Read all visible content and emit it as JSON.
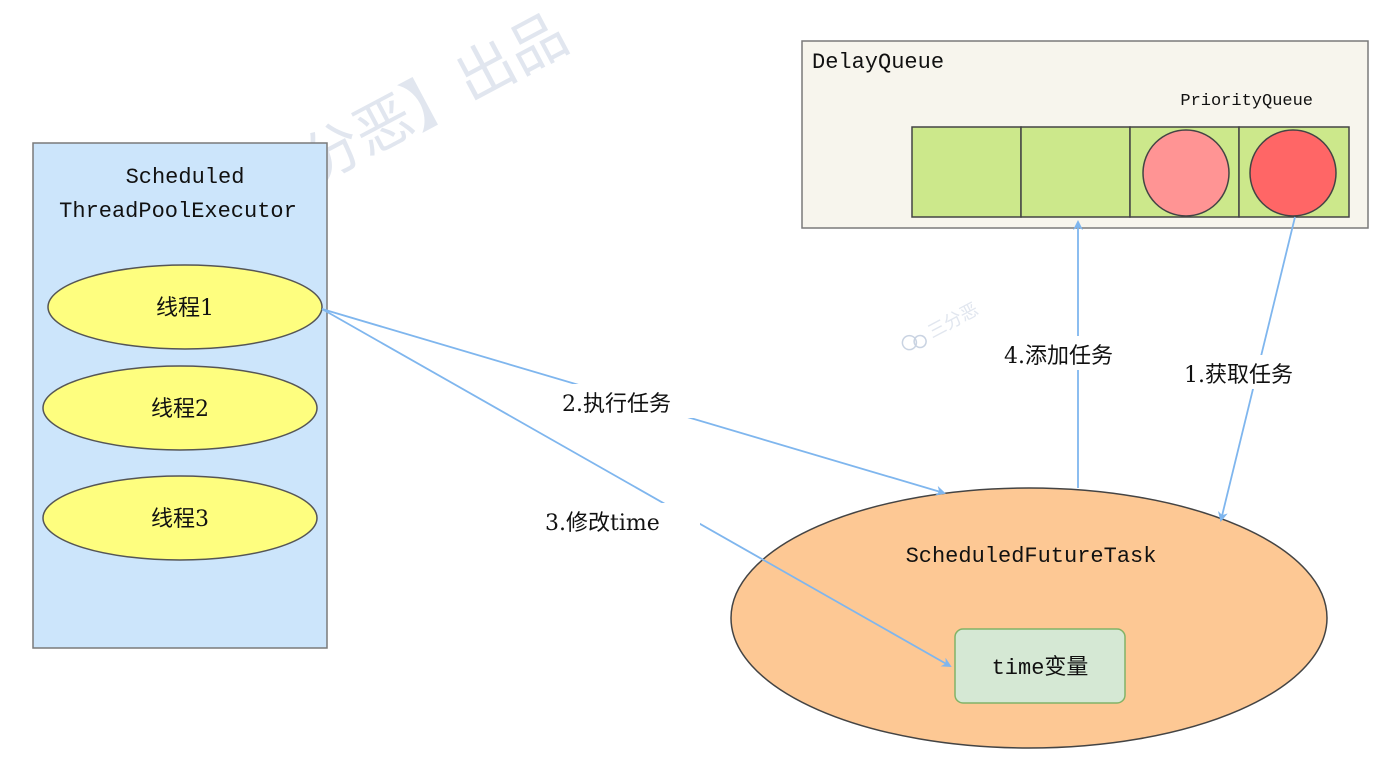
{
  "executor": {
    "title_line1": "Scheduled",
    "title_line2": "ThreadPoolExecutor",
    "threads": [
      "线程1",
      "线程2",
      "线程3"
    ]
  },
  "delay_queue": {
    "title": "DelayQueue",
    "priority_label": "PriorityQueue"
  },
  "task": {
    "title": "ScheduledFutureTask",
    "field": "time变量"
  },
  "arrows": {
    "get_task": "1.获取任务",
    "execute_task": "2.执行任务",
    "modify_time": "3.修改time",
    "add_task": "4.添加任务"
  },
  "watermark": {
    "main": "公众号【三分恶】出品",
    "small": "三分恶"
  },
  "colors": {
    "executor_fill": "#cce5fb",
    "thread_fill": "#fefe7f",
    "queue_bg": "#f7f5ed",
    "slot_fill": "#cce88b",
    "circle_light": "#ff9494",
    "circle_dark": "#ff6666",
    "task_fill": "#fdc894",
    "field_fill": "#d5e8d4",
    "arrow": "#7fb6ee"
  }
}
